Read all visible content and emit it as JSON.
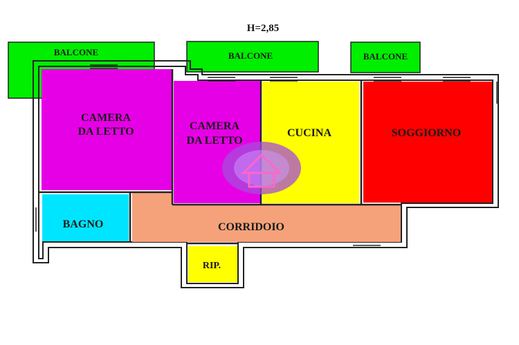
{
  "plan": {
    "height_note": "H=2,85",
    "balconies": [
      {
        "id": "balcone-left",
        "label": "BALCONE",
        "color": "#00ee00"
      },
      {
        "id": "balcone-center",
        "label": "BALCONE",
        "color": "#00ee00"
      },
      {
        "id": "balcone-right",
        "label": "BALCONE",
        "color": "#00ee00"
      }
    ],
    "rooms": [
      {
        "id": "camera-da-letto-1",
        "lines": [
          "CAMERA",
          "DA LETTO"
        ],
        "color": "#e600e6"
      },
      {
        "id": "camera-da-letto-2",
        "lines": [
          "CAMERA",
          "DA LETTO"
        ],
        "color": "#e600e6"
      },
      {
        "id": "cucina",
        "lines": [
          "CUCINA"
        ],
        "color": "#ffff00"
      },
      {
        "id": "soggiorno",
        "lines": [
          "SOGGIORNO"
        ],
        "color": "#ff0000"
      },
      {
        "id": "bagno",
        "lines": [
          "BAGNO"
        ],
        "color": "#00e5ff"
      },
      {
        "id": "corridoio",
        "lines": [
          "CORRIDOIO"
        ],
        "color": "#f5a27a"
      },
      {
        "id": "ripostiglio",
        "lines": [
          "RIP."
        ],
        "color": "#ffff00"
      }
    ],
    "wall_color": "#222222",
    "logo_color": "#a64dd9"
  }
}
